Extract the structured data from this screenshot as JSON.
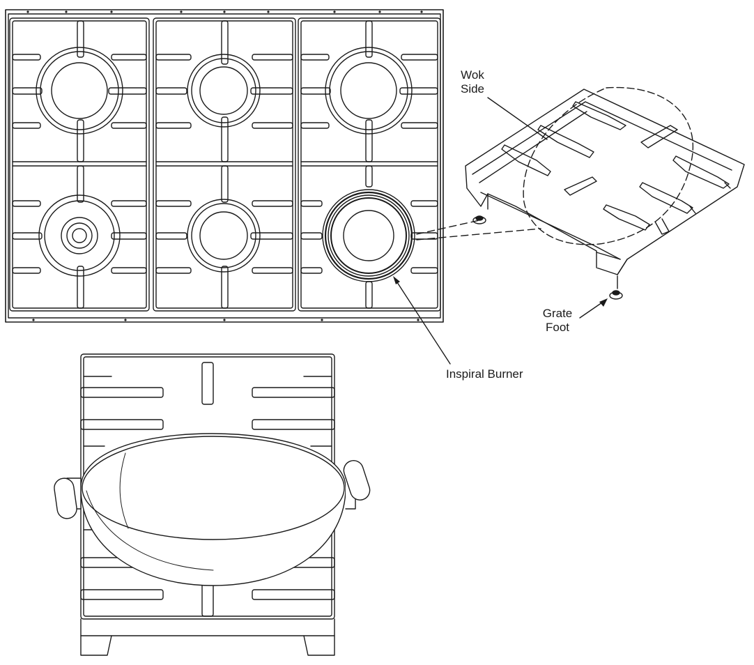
{
  "callouts": {
    "wok_side": [
      "Wok",
      "Side"
    ],
    "grate_foot": [
      "Grate",
      "Foot"
    ],
    "inspiral_burner": "Inspiral Burner"
  },
  "colors": {
    "line": "#1a1a1a",
    "background": "#ffffff"
  }
}
